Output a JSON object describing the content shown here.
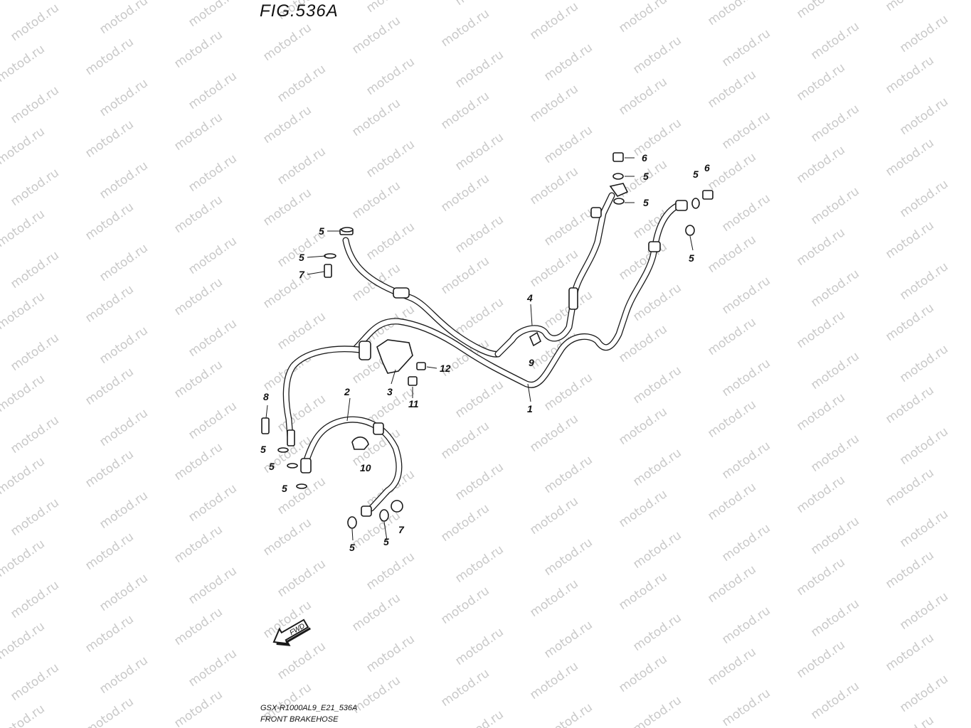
{
  "figure": {
    "title": "FIG.536A"
  },
  "footer": {
    "model": "GSX-R1000AL9_E21_536A",
    "name": "FRONT BRAKEHOSE"
  },
  "watermark": {
    "text": "motod.ru",
    "color": "#c9c9c9"
  },
  "direction_arrow": {
    "label": "FWD"
  },
  "callouts": {
    "c1": "1",
    "c2": "2",
    "c3": "3",
    "c4": "4",
    "c5a": "5",
    "c5b": "5",
    "c5c": "5",
    "c5d": "5",
    "c5e": "5",
    "c5f": "5",
    "c5g": "5",
    "c5h": "5",
    "c5i": "5",
    "c5j": "5",
    "c5k": "5",
    "c6a": "6",
    "c6b": "6",
    "c7a": "7",
    "c7b": "7",
    "c8": "8",
    "c9": "9",
    "c10": "10",
    "c11": "11",
    "c12": "12"
  }
}
